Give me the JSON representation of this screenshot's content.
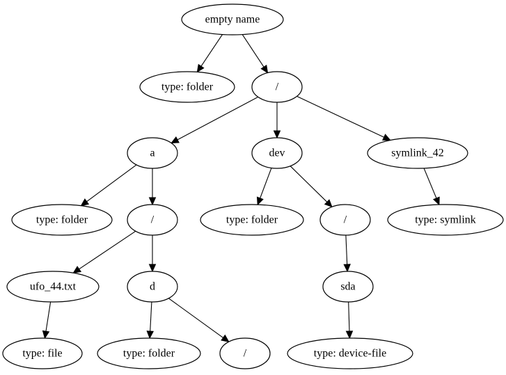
{
  "diagram": {
    "background": "#ffffff",
    "stroke": "#000000",
    "nodes": [
      {
        "id": "root",
        "label": "empty name"
      },
      {
        "id": "root_type",
        "label": "type: folder"
      },
      {
        "id": "root_slash",
        "label": "/"
      },
      {
        "id": "a",
        "label": "a"
      },
      {
        "id": "dev",
        "label": "dev"
      },
      {
        "id": "symlink",
        "label": "symlink_42"
      },
      {
        "id": "a_type",
        "label": "type: folder"
      },
      {
        "id": "a_slash",
        "label": "/"
      },
      {
        "id": "dev_type",
        "label": "type: folder"
      },
      {
        "id": "dev_slash",
        "label": "/"
      },
      {
        "id": "symlink_type",
        "label": "type: symlink"
      },
      {
        "id": "ufo",
        "label": "ufo_44.txt"
      },
      {
        "id": "d",
        "label": "d"
      },
      {
        "id": "sda",
        "label": "sda"
      },
      {
        "id": "ufo_type",
        "label": "type: file"
      },
      {
        "id": "d_type",
        "label": "type: folder"
      },
      {
        "id": "d_slash",
        "label": "/"
      },
      {
        "id": "sda_type",
        "label": "type: device-file"
      }
    ],
    "edges": [
      {
        "from": "root",
        "to": "root_type"
      },
      {
        "from": "root",
        "to": "root_slash"
      },
      {
        "from": "root_slash",
        "to": "a"
      },
      {
        "from": "root_slash",
        "to": "dev"
      },
      {
        "from": "root_slash",
        "to": "symlink"
      },
      {
        "from": "a",
        "to": "a_type"
      },
      {
        "from": "a",
        "to": "a_slash"
      },
      {
        "from": "dev",
        "to": "dev_type"
      },
      {
        "from": "dev",
        "to": "dev_slash"
      },
      {
        "from": "symlink",
        "to": "symlink_type"
      },
      {
        "from": "a_slash",
        "to": "ufo"
      },
      {
        "from": "a_slash",
        "to": "d"
      },
      {
        "from": "dev_slash",
        "to": "sda"
      },
      {
        "from": "ufo",
        "to": "ufo_type"
      },
      {
        "from": "d",
        "to": "d_type"
      },
      {
        "from": "d",
        "to": "d_slash"
      },
      {
        "from": "sda",
        "to": "sda_type"
      }
    ]
  }
}
